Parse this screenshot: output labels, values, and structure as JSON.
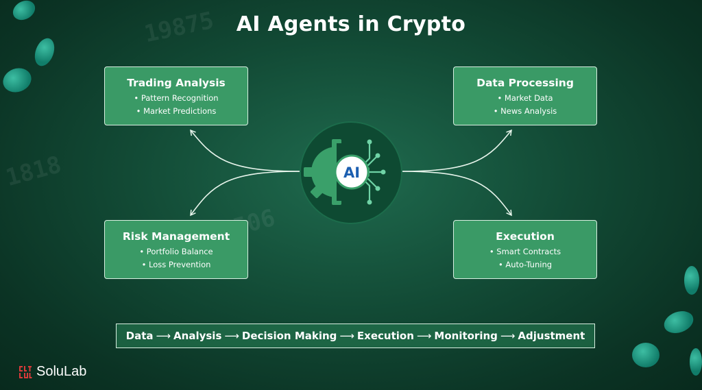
{
  "title": "AI Agents in Crypto",
  "cards": {
    "trading": {
      "title": "Trading Analysis",
      "items": [
        "Pattern Recognition",
        "Market Predictions"
      ]
    },
    "data": {
      "title": "Data Processing",
      "items": [
        "Market Data",
        "News Analysis"
      ]
    },
    "risk": {
      "title": "Risk Management",
      "items": [
        "Portfolio Balance",
        "Loss Prevention"
      ]
    },
    "execution": {
      "title": "Execution",
      "items": [
        "Smart Contracts",
        "Auto-Tuning"
      ]
    }
  },
  "hub": {
    "label": "AI",
    "icon": "gear-circuit-icon"
  },
  "flow": [
    "Data",
    "Analysis",
    "Decision Making",
    "Execution",
    "Monitoring",
    "Adjustment"
  ],
  "brand": {
    "name": "SoluLab",
    "logo_icon": "solulab-logo-icon"
  },
  "colors": {
    "card": "#3a9a66",
    "gear": "#3aa06a",
    "hub_ring": "#ffffff",
    "ai_text": "#1c5fb0",
    "circuit": "#6fd3a6",
    "logo_red": "#d83a3a"
  }
}
